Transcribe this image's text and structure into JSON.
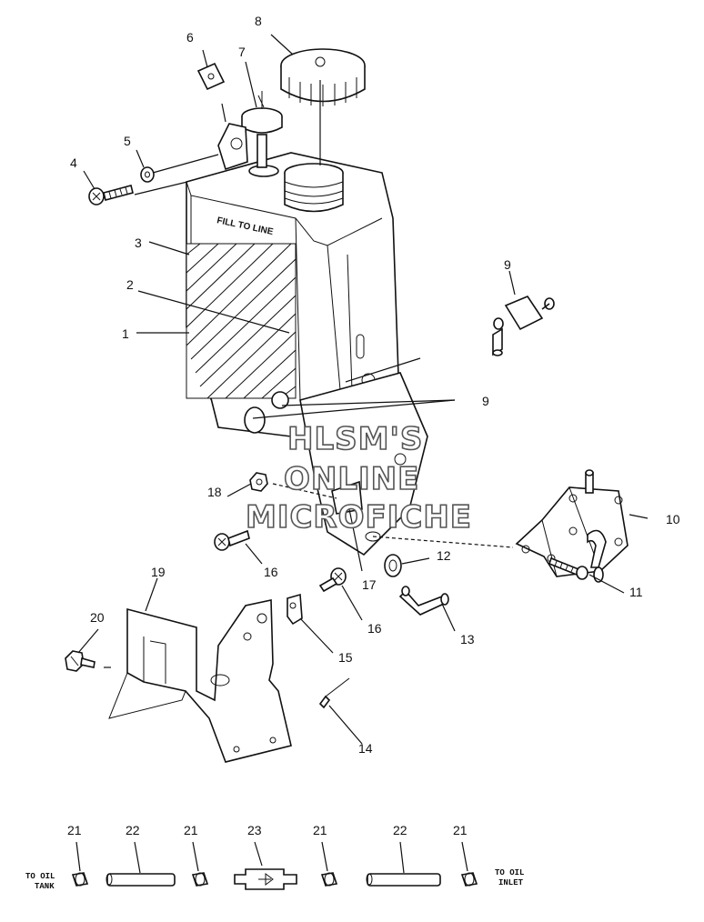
{
  "callouts": [
    {
      "id": "c6",
      "label": "6"
    },
    {
      "id": "c7",
      "label": "7"
    },
    {
      "id": "c8",
      "label": "8"
    },
    {
      "id": "c5",
      "label": "5"
    },
    {
      "id": "c4",
      "label": "4"
    },
    {
      "id": "c3",
      "label": "3"
    },
    {
      "id": "c2",
      "label": "2"
    },
    {
      "id": "c1",
      "label": "1"
    },
    {
      "id": "c9a",
      "label": "9"
    },
    {
      "id": "c9b",
      "label": "9"
    },
    {
      "id": "c10",
      "label": "10"
    },
    {
      "id": "c11",
      "label": "11"
    },
    {
      "id": "c12",
      "label": "12"
    },
    {
      "id": "c13",
      "label": "13"
    },
    {
      "id": "c14",
      "label": "14"
    },
    {
      "id": "c15",
      "label": "15"
    },
    {
      "id": "c16a",
      "label": "16"
    },
    {
      "id": "c16b",
      "label": "16"
    },
    {
      "id": "c17",
      "label": "17"
    },
    {
      "id": "c18",
      "label": "18"
    },
    {
      "id": "c19",
      "label": "19"
    },
    {
      "id": "c20",
      "label": "20"
    },
    {
      "id": "c21a",
      "label": "21"
    },
    {
      "id": "c22a",
      "label": "22"
    },
    {
      "id": "c21b",
      "label": "21"
    },
    {
      "id": "c23",
      "label": "23"
    },
    {
      "id": "c21c",
      "label": "21"
    },
    {
      "id": "c22b",
      "label": "22"
    },
    {
      "id": "c21d",
      "label": "21"
    }
  ],
  "tank_label": "FILL TO LINE",
  "watermark": [
    "HLSM'S",
    "ONLINE",
    "MICROFICHE"
  ],
  "notes": {
    "left_line1": "TO OIL",
    "left_line2": "TANK",
    "right_line1": "TO OIL",
    "right_line2": "INLET"
  }
}
